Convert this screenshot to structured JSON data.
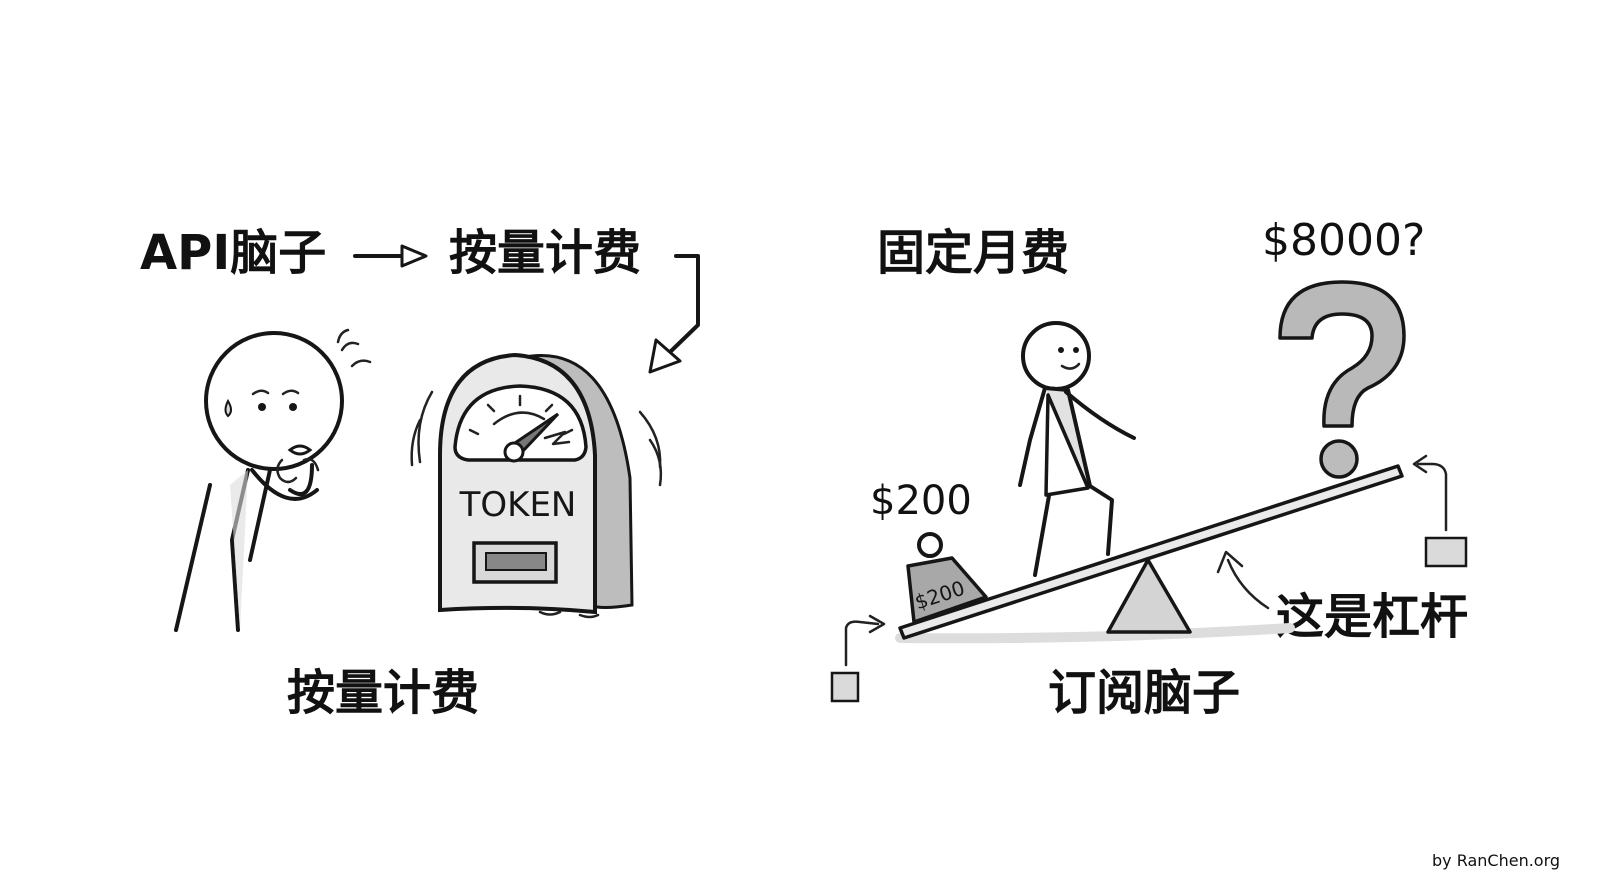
{
  "left_panel": {
    "api_label": "API脑子",
    "billing_top_label": "按量计费",
    "meter_label": "TOKEN",
    "caption": "按量计费"
  },
  "right_panel": {
    "fixed_fee_label": "固定月费",
    "question_price": "$8000?",
    "weight_price": "$200",
    "weight_tag": "$200",
    "lever_label": "这是杠杆",
    "caption": "订阅脑子"
  },
  "footer": {
    "credit": "by RanChen.org"
  },
  "colors": {
    "ink": "#161616",
    "gray_light": "#e6e6e6",
    "gray_mid": "#cfcfcf",
    "gray_dark": "#9a9a9a",
    "background": "#ffffff"
  }
}
